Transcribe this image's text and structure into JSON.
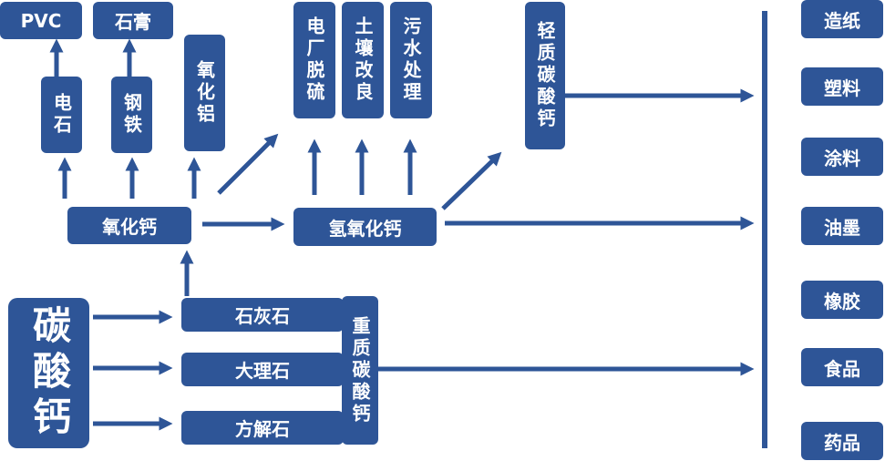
{
  "colors": {
    "box": "#2e5597",
    "arrow": "#2e5597",
    "text": "#ffffff",
    "background": "#ffffff"
  },
  "nodes": {
    "pvc": "PVC",
    "gypsum": "石膏",
    "carbide": "电石",
    "steel": "钢铁",
    "alumina": "氧化铝",
    "desulfurization": "电厂脱硫",
    "soil": "土壤改良",
    "sewage": "污水处理",
    "light_caco3": "轻质碳酸钙",
    "cao": "氧化钙",
    "caoh2": "氢氧化钙",
    "caco3": "碳酸钙",
    "limestone": "石灰石",
    "marble": "大理石",
    "calcite": "方解石",
    "heavy_caco3": "重质碳酸钙"
  },
  "applications": [
    "造纸",
    "塑料",
    "涂料",
    "油墨",
    "橡胶",
    "食品",
    "药品"
  ]
}
